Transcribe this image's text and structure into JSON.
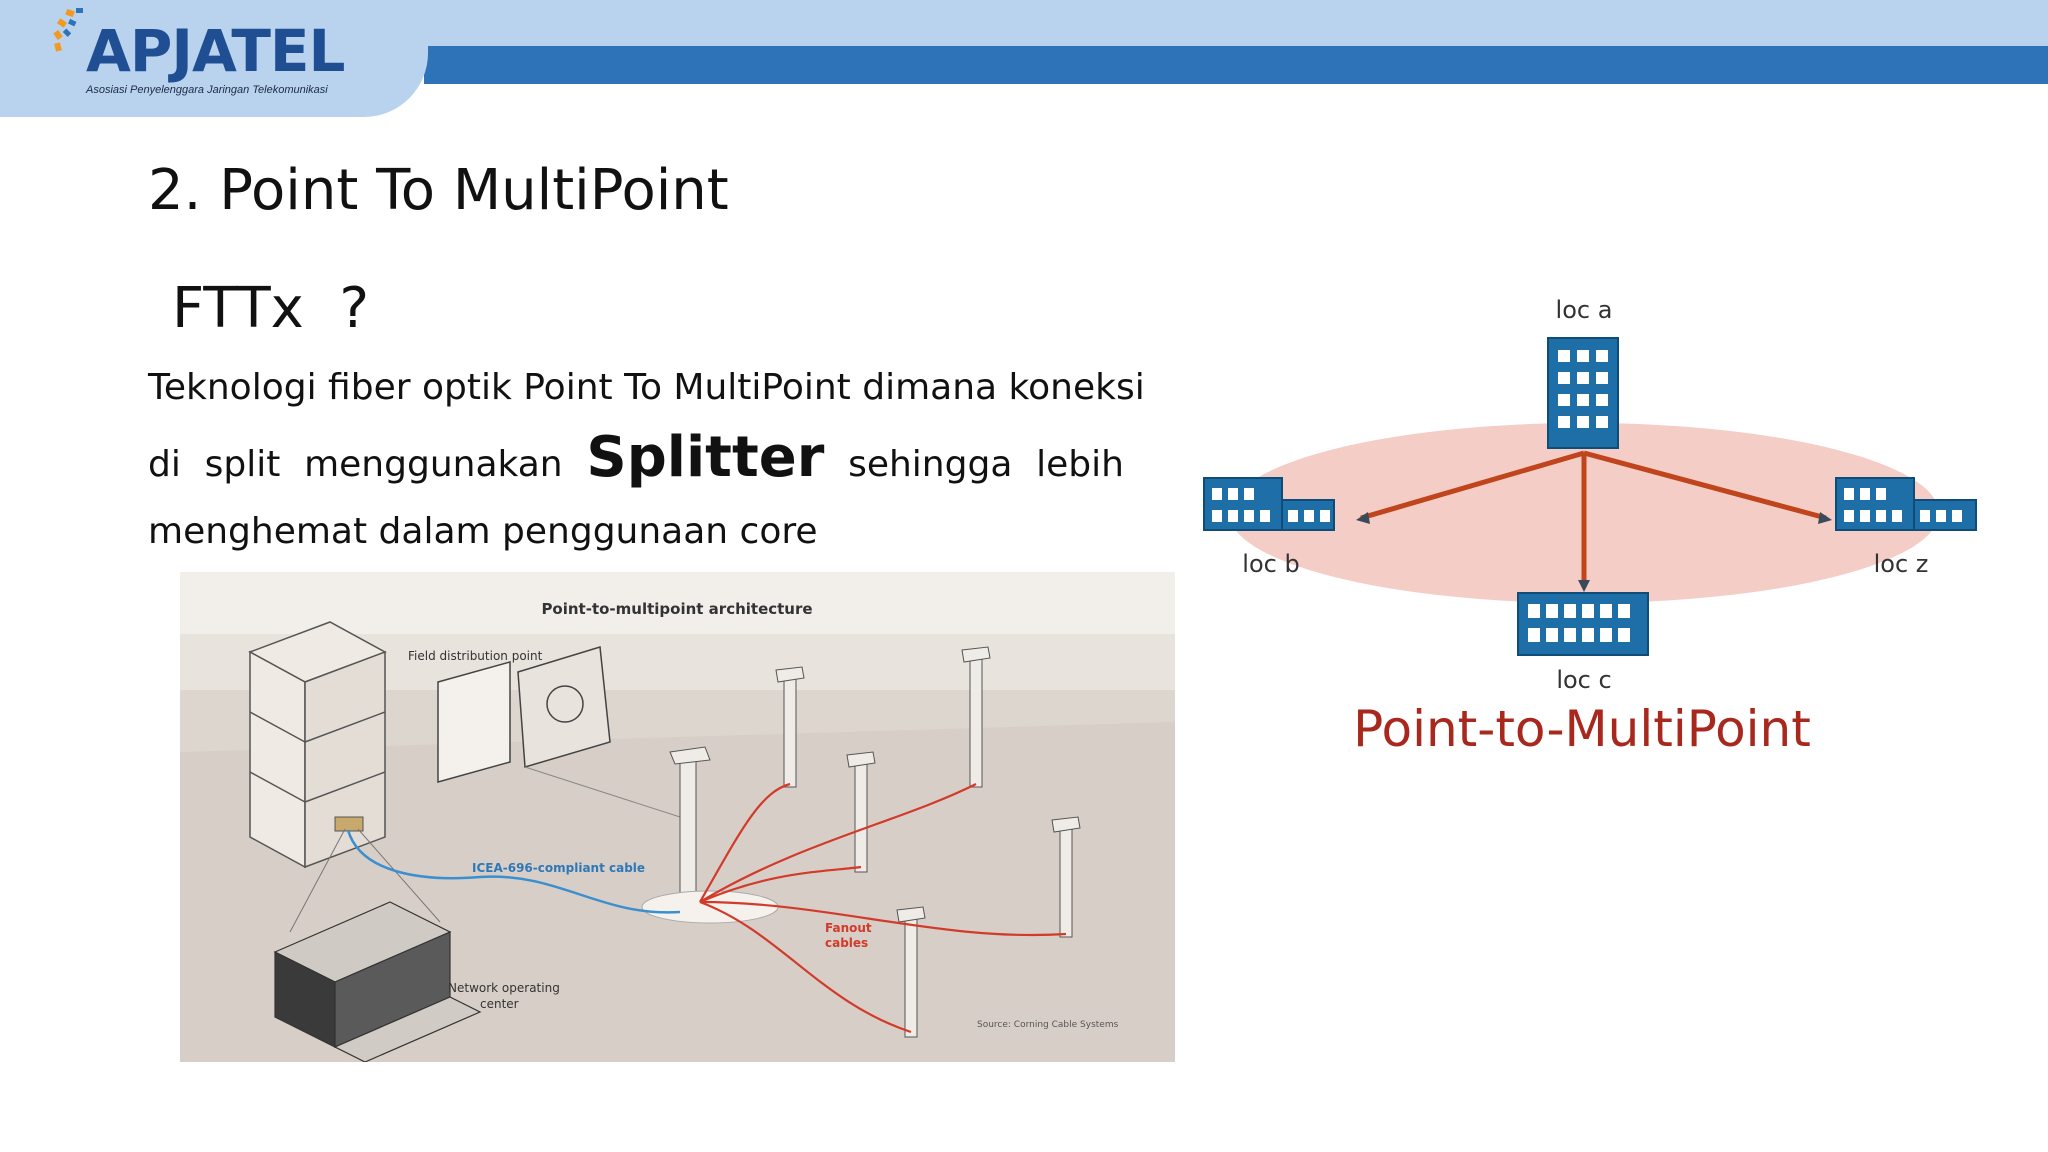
{
  "header": {
    "logo_name": "APJATEL",
    "logo_subtitle": "Asosiasi Penyelenggara Jaringan Telekomunikasi",
    "colors": {
      "band": "#b9d3ee",
      "bar": "#2e73b8",
      "logo_text": "#1f4f92",
      "logo_accent": "#f29a1f"
    }
  },
  "slide": {
    "title": "2. Point To MultiPoint",
    "subtitle": "FTTx  ?",
    "body": {
      "line1": "Teknologi fiber optik Point To MultiPoint dimana koneksi",
      "line2_words": [
        "di",
        "split",
        "menggunakan"
      ],
      "splitter": "Splitter",
      "line2_tail": [
        "sehingga",
        "lebih"
      ],
      "line3": "menghemat dalam penggunaan core"
    }
  },
  "architecture_figure": {
    "title": "Point-to-multipoint architecture",
    "field_distribution_label": "Field distribution point",
    "cable_label": "ICEA-696-compliant cable",
    "fanout_label_1": "Fanout",
    "fanout_label_2": "cables",
    "noc_label_1": "Network operating",
    "noc_label_2": "center",
    "source": "Source: Corning Cable Systems"
  },
  "p2mp_diagram": {
    "loc_a": "loc a",
    "loc_b": "loc b",
    "loc_c": "loc c",
    "loc_z": "loc z",
    "caption": "Point-to-MultiPoint",
    "colors": {
      "ellipse": "#f3cdc6",
      "building": "#1e6fa8",
      "link": "#c0441c",
      "caption": "#a8281e"
    }
  }
}
